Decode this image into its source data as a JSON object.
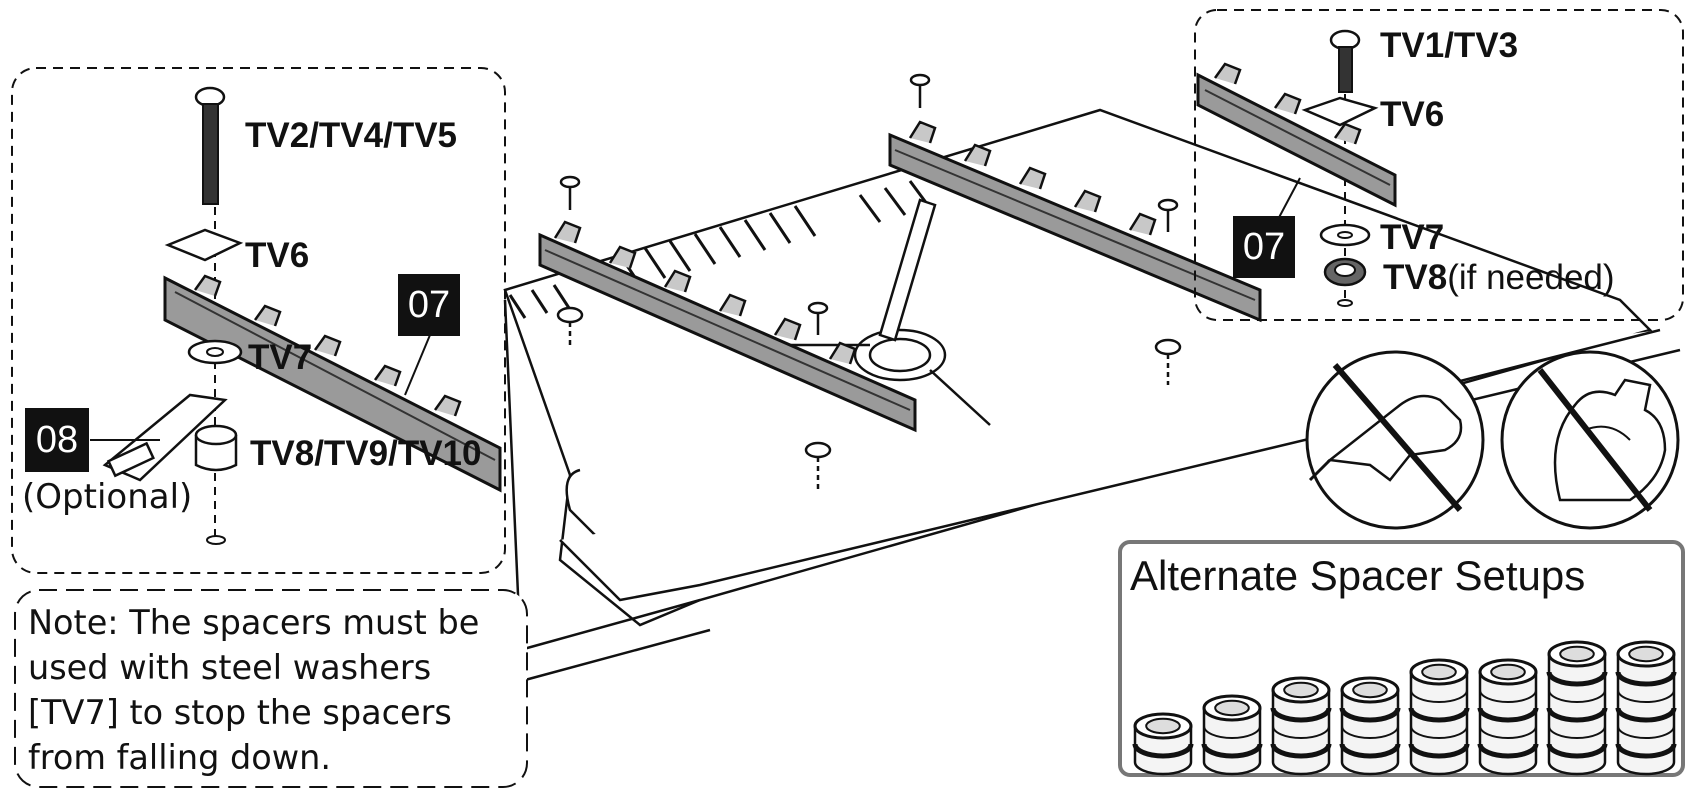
{
  "callouts": {
    "left": {
      "screw": "TV2/TV4/TV5",
      "plate": "TV6",
      "washer": "TV7",
      "spacer": "TV8/TV9/TV10",
      "rail_tag": "07",
      "strap_tag": "08",
      "strap_note": "(Optional)"
    },
    "right": {
      "screw": "TV1/TV3",
      "plate": "TV6",
      "washer": "TV7",
      "spacer_code": "TV8",
      "spacer_note": "(if needed)",
      "rail_tag": "07"
    }
  },
  "note": {
    "lines": [
      "Note: The spacers must be",
      "used with steel washers",
      "[TV7] to stop the spacers",
      "from falling down."
    ]
  },
  "alternate_spacers": {
    "title": "Alternate Spacer Setups",
    "stack_heights": [
      1,
      1.5,
      2,
      2,
      2.5,
      2.5,
      3,
      3
    ]
  },
  "warnings": [
    {
      "icon": "no-power-drill-icon"
    },
    {
      "icon": "no-excessive-force-icon"
    }
  ]
}
